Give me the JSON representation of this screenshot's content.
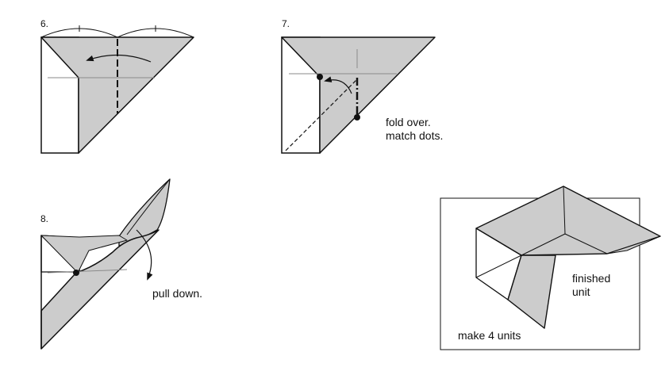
{
  "steps": [
    {
      "number": "6."
    },
    {
      "number": "7.",
      "note_lines": [
        "fold over.",
        "match dots."
      ]
    },
    {
      "number": "8.",
      "note_lines": [
        "pull down."
      ]
    }
  ],
  "finished": {
    "label_lines": [
      "finished",
      "unit"
    ],
    "caption": "make 4 units"
  },
  "colors": {
    "paper": "#cccccc",
    "line": "#111111",
    "crease": "#8a8a8a",
    "background": "#ffffff"
  }
}
